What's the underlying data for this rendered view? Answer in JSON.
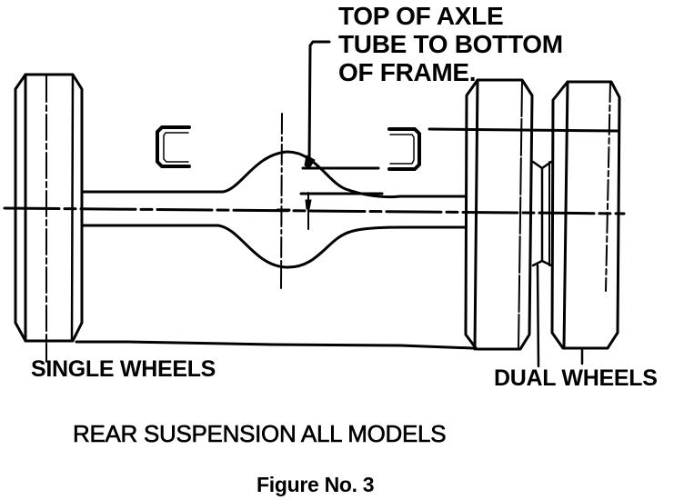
{
  "diagram": {
    "callout": {
      "lines": [
        "TOP OF AXLE",
        "TUBE TO BOTTOM",
        "OF FRAME."
      ]
    },
    "labels": {
      "single_wheels": "SINGLE WHEELS",
      "dual_wheels": "DUAL WHEELS"
    },
    "subtitle": "REAR SUSPENSION ALL MODELS",
    "figure_title": "Figure No. 3",
    "colors": {
      "ink": "#000000",
      "paper": "#ffffff"
    }
  }
}
